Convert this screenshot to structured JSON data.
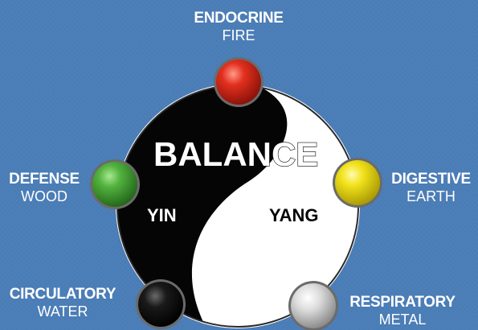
{
  "center": {
    "title": "BALANCE",
    "yin": "YIN",
    "yang": "YANG"
  },
  "systems": [
    {
      "id": "endocrine",
      "name": "ENDOCRINE",
      "element": "FIRE",
      "color": "#d9261c"
    },
    {
      "id": "defense",
      "name": "DEFENSE",
      "element": "WOOD",
      "color": "#48a83a"
    },
    {
      "id": "digestive",
      "name": "DIGESTIVE",
      "element": "EARTH",
      "color": "#efe01a"
    },
    {
      "id": "circulatory",
      "name": "CIRCULATORY",
      "element": "WATER",
      "color": "#111111"
    },
    {
      "id": "respiratory",
      "name": "RESPIRATORY",
      "element": "METAL",
      "color": "#d8d8d8"
    }
  ],
  "colors": {
    "background": "#4a7cb5",
    "yin": "#050505",
    "yang": "#ffffff"
  }
}
